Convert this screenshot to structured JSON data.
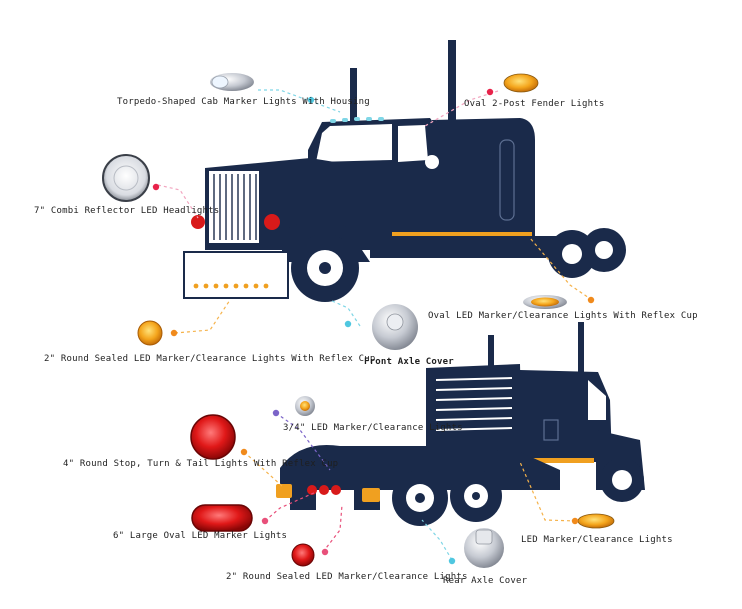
{
  "colors": {
    "truck_navy": "#1a2a4a",
    "amber": "#f0a020",
    "red_light": "#d81a1a",
    "chrome": "#c8ccd4",
    "leader_pink": "#f2a6c0",
    "leader_cyan": "#7fd6e6",
    "leader_amber": "#f5b24a",
    "dot_red": "#e8224a",
    "dot_cyan": "#4fc7e0",
    "dot_orange": "#f08a1c",
    "dot_purple": "#7b64c8",
    "dot_pink": "#e8507a"
  },
  "labels": {
    "torpedo": "Torpedo-Shaped Cab Marker Lights With Housing",
    "oval_fender": "Oval 2-Post Fender Lights",
    "headlights": "7\" Combi Reflector LED Headlights",
    "oval_marker_reflex": "Oval LED Marker/Clearance Lights With Reflex Cup",
    "front_axle": "Front Axle Cover",
    "round_2in_reflex": "2\" Round Sealed LED Marker/Clearance Lights With Reflex Cup",
    "three_quarter": "3/4\" LED Marker/Clearance Lights",
    "round_4in": "4\" Round Stop, Turn & Tail Lights With Reflex Cup",
    "large_oval": "6\" Large Oval LED Marker Lights",
    "led_marker": "LED Marker/Clearance Lights",
    "round_2in": "2\" Round Sealed LED Marker/Clearance Lights",
    "rear_axle": "Rear Axle Cover"
  }
}
